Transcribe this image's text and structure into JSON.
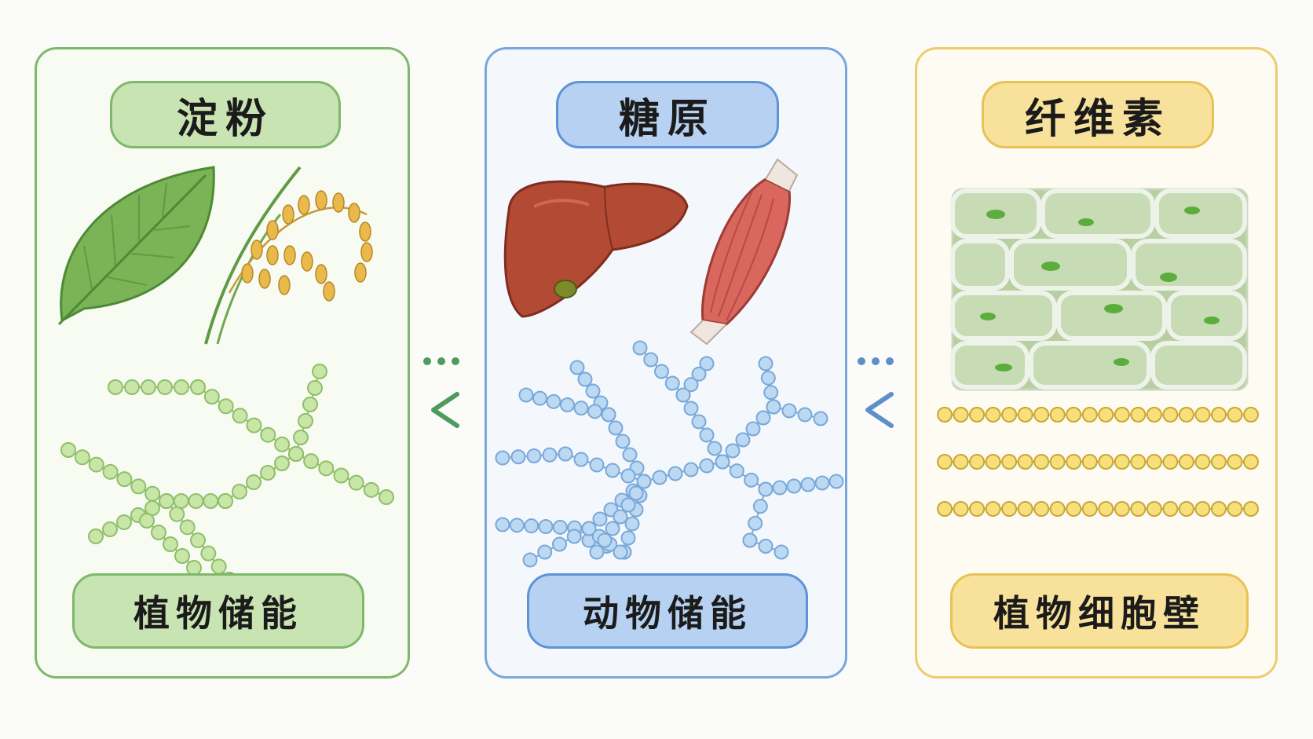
{
  "panels": {
    "starch": {
      "title": "淀粉",
      "subtitle": "植物储能",
      "colors": {
        "border": "#7fb86a",
        "pill": "#c9e4b3",
        "bead": "#c8e6a6"
      }
    },
    "glycogen": {
      "title": "糖原",
      "subtitle": "动物储能",
      "colors": {
        "border": "#5d94d6",
        "pill": "#b6d1f1",
        "bead": "#bcd9f3"
      }
    },
    "cellulose": {
      "title": "纤维素",
      "subtitle": "植物细胞壁",
      "colors": {
        "border": "#e9c155",
        "pill": "#f8e29b",
        "bead": "#f7e07a"
      }
    }
  },
  "icons": {
    "starch": [
      "leaf-icon",
      "rice-icon",
      "branched-chain-icon"
    ],
    "glycogen": [
      "liver-icon",
      "muscle-icon",
      "highly-branched-chain-icon"
    ],
    "cellulose": [
      "plant-cell-wall-icon",
      "linear-chains-icon"
    ]
  },
  "connectors": [
    {
      "name": "connector-starch-glycogen",
      "color": "#4f9a5d"
    },
    {
      "name": "connector-glycogen-cellulose",
      "color": "#5d8fc9"
    }
  ]
}
